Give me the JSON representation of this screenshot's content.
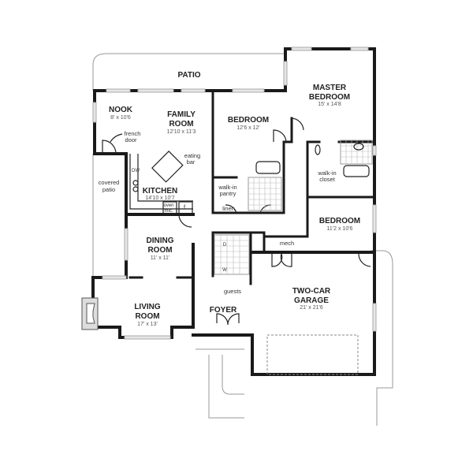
{
  "plan": {
    "rooms": {
      "patio": {
        "name": "PATIO"
      },
      "nook": {
        "name": "NOOK",
        "dim": "8' x 10'6"
      },
      "family": {
        "name1": "FAMILY",
        "name2": "ROOM",
        "dim": "12'10 x 11'3"
      },
      "bedroom2": {
        "name": "BEDROOM",
        "dim": "12'6 x 12'"
      },
      "master": {
        "name1": "MASTER",
        "name2": "BEDROOM",
        "dim": "15' x 14'8"
      },
      "kitchen": {
        "name": "KITCHEN",
        "dim": "14'10 x 10'7"
      },
      "bedroom3": {
        "name": "BEDROOM",
        "dim": "11'2 x 10'6"
      },
      "dining": {
        "name1": "DINING",
        "name2": "ROOM",
        "dim": "11' x 11'"
      },
      "living": {
        "name1": "LIVING",
        "name2": "ROOM",
        "dim": "17' x 13'"
      },
      "foyer": {
        "name": "FOYER"
      },
      "garage": {
        "name1": "TWO-CAR",
        "name2": "GARAGE",
        "dim": "21' x 21'6"
      }
    },
    "annotations": {
      "french_door": [
        "french",
        "door"
      ],
      "covered_patio": [
        "covered",
        "patio"
      ],
      "eating_bar": [
        "eating",
        "bar"
      ],
      "walkin_pantry": [
        "walk-in",
        "pantry"
      ],
      "walkin_closet": [
        "walk-in",
        "closet"
      ],
      "linen": "linen",
      "mech": "mech",
      "guests": "guests",
      "oven_mic": [
        "oven",
        "mic."
      ],
      "dw": "DW",
      "fridge": "f",
      "washer": "W",
      "dryer": "D"
    }
  }
}
